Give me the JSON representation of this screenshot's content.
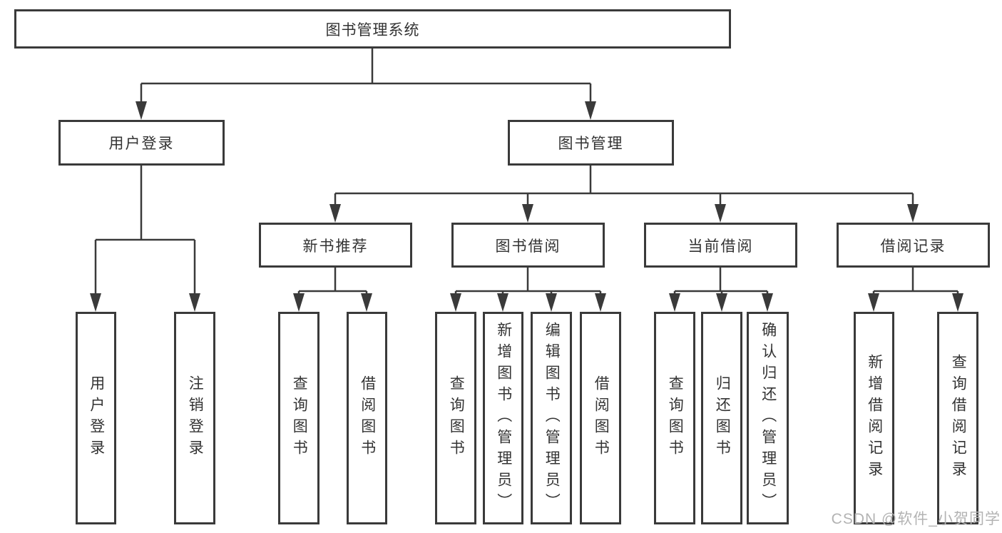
{
  "diagram_type": "hierarchy-tree",
  "root": {
    "label": "图书管理系统"
  },
  "branches": [
    {
      "label": "用户登录",
      "children": [
        {
          "label": "用户登录"
        },
        {
          "label": "注销登录"
        }
      ]
    },
    {
      "label": "图书管理",
      "sections": [
        {
          "label": "新书推荐",
          "children": [
            {
              "label": "查询图书"
            },
            {
              "label": "借阅图书"
            }
          ]
        },
        {
          "label": "图书借阅",
          "children": [
            {
              "label": "查询图书"
            },
            {
              "label": "新增图书（管理员）"
            },
            {
              "label": "编辑图书（管理员）"
            },
            {
              "label": "借阅图书"
            }
          ]
        },
        {
          "label": "当前借阅",
          "children": [
            {
              "label": "查询图书"
            },
            {
              "label": "归还图书"
            },
            {
              "label": "确认归还（管理员）"
            }
          ]
        },
        {
          "label": "借阅记录",
          "children": [
            {
              "label": "新增借阅记录"
            },
            {
              "label": "查询借阅记录"
            }
          ]
        }
      ]
    }
  ],
  "watermark": "CSDN @软件_小贺同学",
  "colors": {
    "line": "#3a3a3a",
    "border": "#3a3a3a",
    "text": "#333333",
    "watermark": "#b3b3b3",
    "background": "#ffffff"
  }
}
